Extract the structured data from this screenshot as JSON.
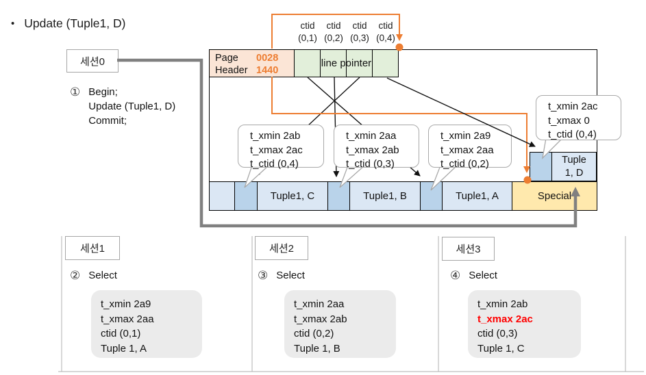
{
  "title": {
    "bullet": "•",
    "text": "Update (Tuple1, D)"
  },
  "colors": {
    "accent_orange": "#ed7d31",
    "highlight_red": "#ff0000",
    "line_gray": "#808080",
    "cell_blue_light": "#dbe7f4",
    "cell_blue_dark": "#b9d3ea",
    "cell_green": "#e2efda",
    "cell_peach": "#fbe5d6",
    "cell_yellow": "#ffe9ad"
  },
  "session0": {
    "label": "세션0",
    "step_no": "①",
    "lines": [
      "Begin;",
      "Update (Tuple1, D)",
      "Commit;"
    ]
  },
  "page": {
    "header": {
      "row1_label": "Page",
      "row1_value": "0028",
      "row2_label": "Header",
      "row2_value": "1440"
    },
    "line_pointer": "line pointer",
    "ctid_labels": [
      {
        "word": "ctid",
        "pos": "(0,1)"
      },
      {
        "word": "ctid",
        "pos": "(0,2)"
      },
      {
        "word": "ctid",
        "pos": "(0,3)"
      },
      {
        "word": "ctid",
        "pos": "(0,4)"
      }
    ],
    "tuple_c": "Tuple1, C",
    "tuple_b": "Tuple1, B",
    "tuple_a": "Tuple1, A",
    "special": "Special",
    "tuple_d_line1": "Tuple",
    "tuple_d_line2": "1, D"
  },
  "bubbles": [
    {
      "l1": "t_xmin 2ab",
      "l2": "t_xmax 2ac",
      "l3": "t_ctid (0,4)"
    },
    {
      "l1": "t_xmin 2aa",
      "l2": "t_xmax 2ab",
      "l3": "t_ctid (0,3)"
    },
    {
      "l1": "t_xmin 2a9",
      "l2": "t_xmax 2aa",
      "l3": "t_ctid (0,2)"
    },
    {
      "l1": "t_xmin 2ac",
      "l2": "t_xmax 0",
      "l3": "t_ctid (0,4)"
    }
  ],
  "sessions": [
    {
      "label": "세션1",
      "step_no": "②",
      "action": "Select",
      "result": [
        "t_xmin 2a9",
        "t_xmax 2aa",
        "ctid (0,1)",
        "Tuple 1, A"
      ]
    },
    {
      "label": "세션2",
      "step_no": "③",
      "action": "Select",
      "result": [
        "t_xmin 2aa",
        "t_xmax 2ab",
        "ctid (0,2)",
        "Tuple 1, B"
      ]
    },
    {
      "label": "세션3",
      "step_no": "④",
      "action": "Select",
      "result": [
        "t_xmin 2ab",
        "t_xmax 2ac",
        "ctid (0,3)",
        "Tuple 1, C"
      ]
    }
  ]
}
